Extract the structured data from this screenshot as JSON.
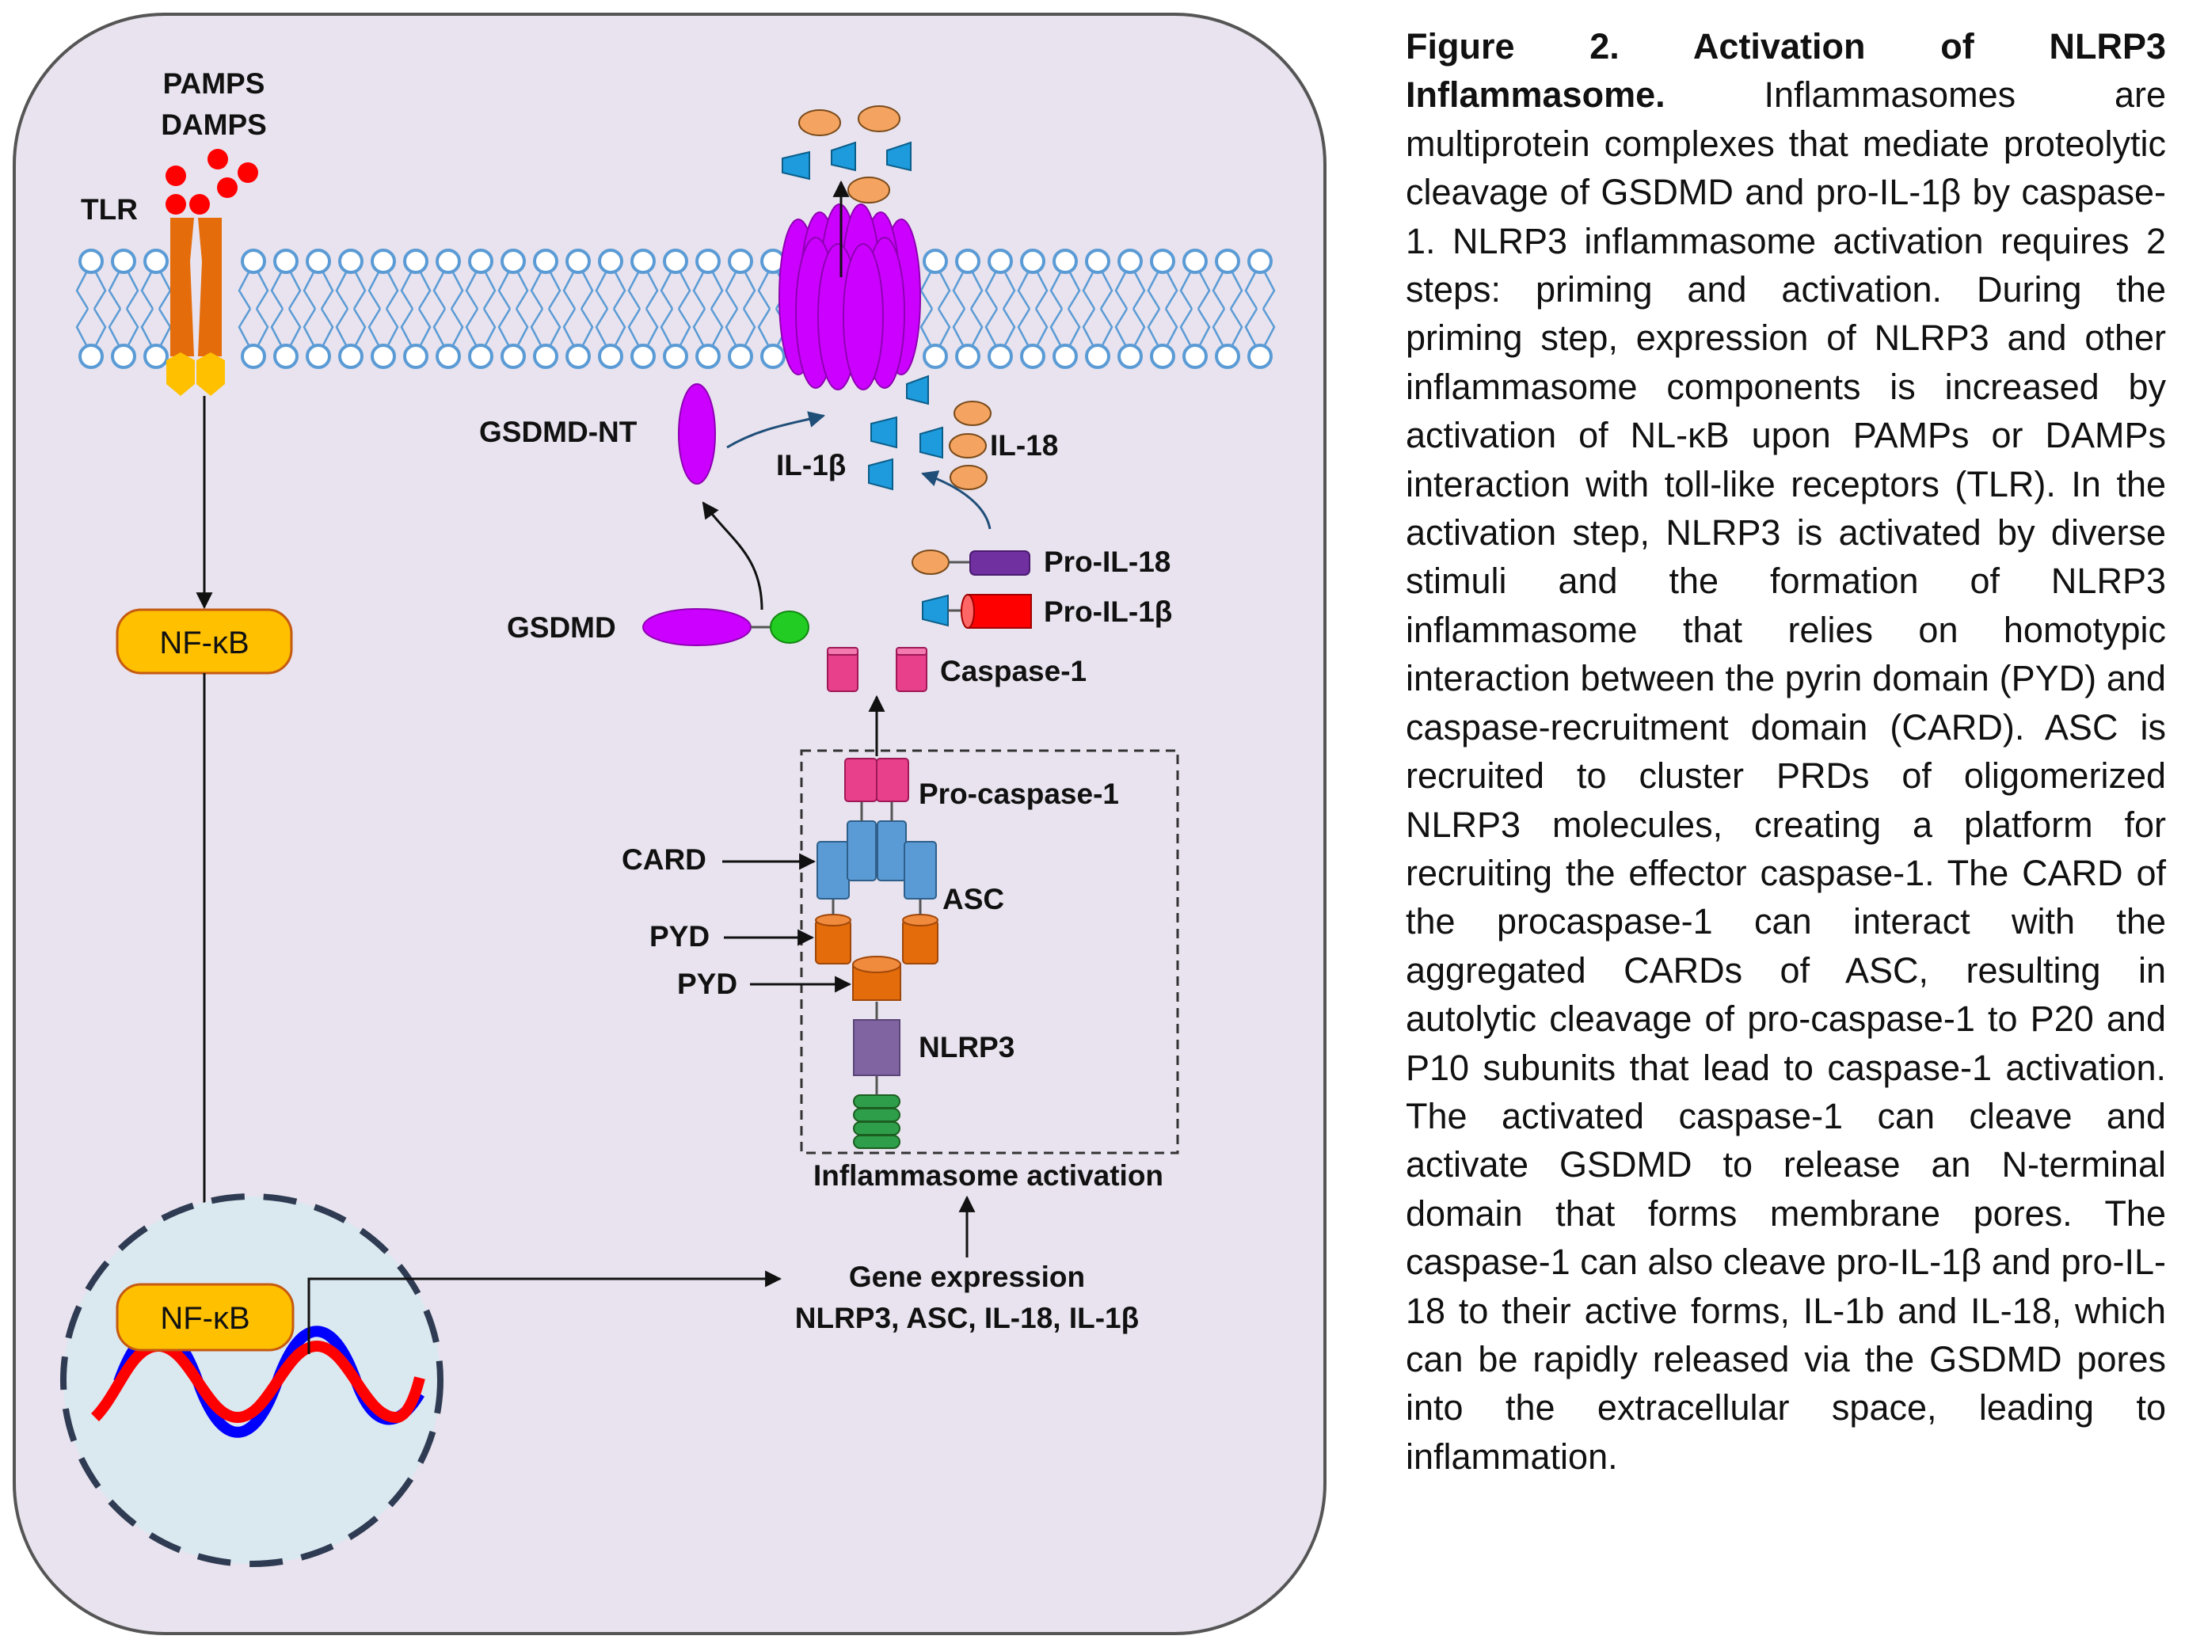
{
  "labels": {
    "pamps": "PAMPS",
    "damps": "DAMPS",
    "tlr": "TLR",
    "nfkb_cyto": "NF-κB",
    "nfkb_nucleus": "NF-κB",
    "gsdmd_nt": "GSDMD-NT",
    "il1b": "IL-1β",
    "il18": "IL-18",
    "pro_il18": "Pro-IL-18",
    "pro_il1b": "Pro-IL-1β",
    "gsdmd": "GSDMD",
    "caspase1": "Caspase-1",
    "pro_caspase1": "Pro-caspase-1",
    "card": "CARD",
    "asc": "ASC",
    "pyd_1": "PYD",
    "pyd_2": "PYD",
    "nlrp3": "NLRP3",
    "inflammasome_activation": "Inflammasome activation",
    "gene_expression": "Gene expression",
    "gene_list": "NLRP3, ASC, IL-18, IL-1β"
  },
  "caption": {
    "title": "Figure 2. Activation of NLRP3 Inflammasome.",
    "body": "Inflammasomes are multiprotein complexes that mediate proteolytic cleavage of GSDMD and pro-IL-1β by caspase-1. NLRP3 inflammasome activation requires 2 steps: priming and activation. During the priming step, expression of NLRP3 and other inflammasome components is increased by activation of NL-κB upon PAMPs or DAMPs interaction with toll-like receptors (TLR). In the activation step, NLRP3 is activated by diverse stimuli and the formation of NLRP3 inflammasome that relies on homotypic interaction between the pyrin domain (PYD) and caspase-recruitment domain (CARD). ASC is recruited to cluster PRDs of oligomerized NLRP3 molecules, creating a platform for recruiting the effector caspase-1. The CARD of the procaspase-1 can interact with the aggregated CARDs of ASC, resulting in autolytic cleavage of pro-caspase-1 to P20 and P10 subunits that lead to caspase-1 activation. The activated caspase-1 can cleave and activate GSDMD to release an N-terminal domain that forms membrane pores. The caspase-1 can also cleave pro-IL-1β and pro-IL-18 to their active forms, IL-1b and IL-18, which can be rapidly released via the GSDMD pores into the extracellular space, leading to inflammation."
  },
  "colors": {
    "cell_fill": "#e8e3ee",
    "cell_border": "#555555",
    "membrane": "#5b9bd5",
    "tlr_body": "#e46c0a",
    "tlr_tip": "#ffc000",
    "ligand": "#ff0000",
    "nfkb_fill": "#ffc000",
    "nfkb_border": "#c55a11",
    "nucleus_fill": "#dae8f0",
    "nucleus_border": "#2f3b52",
    "dna_red": "#ff0000",
    "dna_blue": "#0000ff",
    "pore": "#cc00ff",
    "gsdmd": "#cc00ff",
    "gsdmd_cterm": "#22cc22",
    "caspase": "#e8408a",
    "asc_card": "#5b9bd5",
    "pyd": "#e46c0a",
    "nlrp3": "#8064a2",
    "lrr": "#2e9e4a",
    "il18": "#f4a460",
    "il1b": "#1e9bdc",
    "pro_il18_body": "#7030a0",
    "pro_il1b_body": "#ff0000"
  }
}
